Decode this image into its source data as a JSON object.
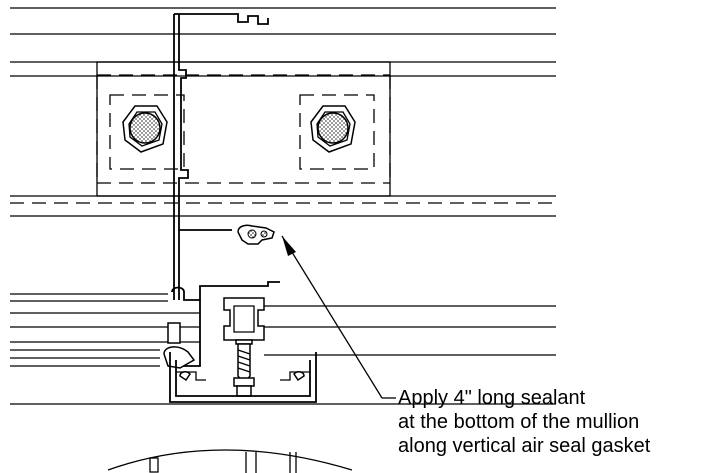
{
  "annotation": {
    "lines": [
      "Apply 4\" long sealant",
      "at the bottom of the mullion",
      "along vertical air seal gasket"
    ]
  },
  "colors": {
    "line": "#000000",
    "background": "#ffffff",
    "sealant_fill": "#9a9a9a"
  },
  "icons": [
    "anchor-bolt-icon",
    "anchor-bolt-icon",
    "gasket-icon",
    "fastener-screw-icon",
    "leader-arrow-icon"
  ]
}
